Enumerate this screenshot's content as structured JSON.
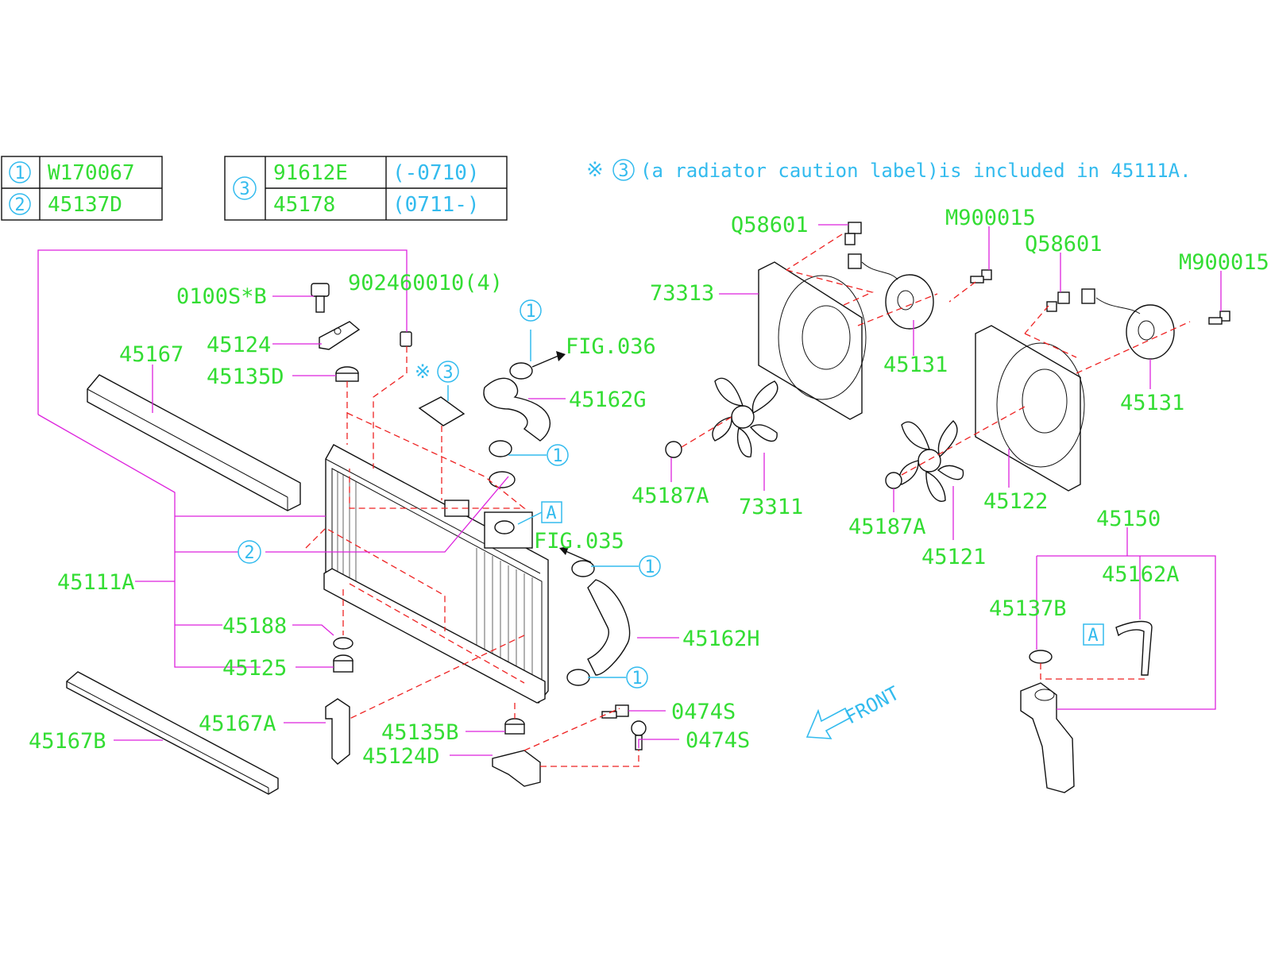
{
  "legend_left": [
    {
      "num": "1",
      "code": "W170067"
    },
    {
      "num": "2",
      "code": "45137D"
    }
  ],
  "legend_right": {
    "num": "3",
    "rows": [
      {
        "code": "91612E",
        "range": "(-0710)"
      },
      {
        "code": "45178",
        "range": "(0711-)"
      }
    ]
  },
  "note": {
    "mark": "※",
    "num": "3",
    "text": "(a radiator caution label)is included in 45111A."
  },
  "refs": {
    "fig036": "FIG.036",
    "fig035": "FIG.035",
    "box_a": "A",
    "front": "FRONT",
    "circ1": "1",
    "circ2": "2",
    "circ3": "3",
    "note_mark": "※"
  },
  "parts": {
    "p0100S": "0100S*B",
    "p902460010": "902460010(4)",
    "p45167": "45167",
    "p45124": "45124",
    "p45135D": "45135D",
    "p45162G": "45162G",
    "p45111A": "45111A",
    "p45188": "45188",
    "p45125": "45125",
    "p45167A": "45167A",
    "p45167B": "45167B",
    "p45135B": "45135B",
    "p45124D": "45124D",
    "p0474S_1": "0474S",
    "p0474S_2": "0474S",
    "p45162H": "45162H",
    "pQ58601_1": "Q58601",
    "pM900015_1": "M900015",
    "pQ58601_2": "Q58601",
    "pM900015_2": "M900015",
    "p73313": "73313",
    "p45131_1": "45131",
    "p45131_2": "45131",
    "p45187A_1": "45187A",
    "p73311": "73311",
    "p45187A_2": "45187A",
    "p45122": "45122",
    "p45121": "45121",
    "p45150": "45150",
    "p45162A": "45162A",
    "p45137B": "45137B"
  },
  "colors": {
    "part_number": "#33dd33",
    "reference": "#33bbee",
    "leader": "#dd22dd",
    "dashed": "#ee2222"
  }
}
